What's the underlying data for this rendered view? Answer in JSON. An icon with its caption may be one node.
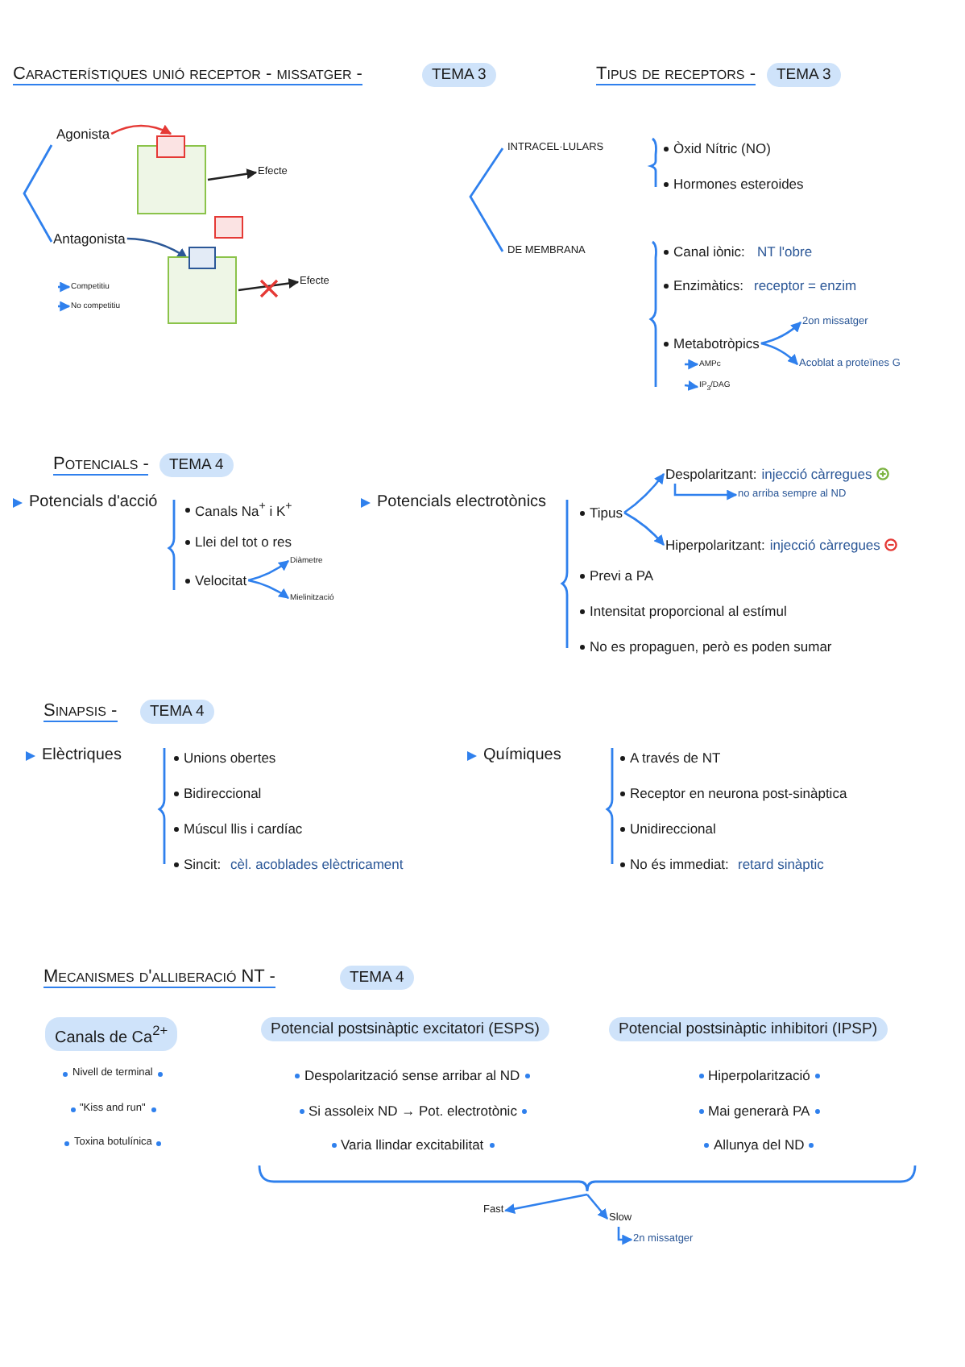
{
  "diagram": {
    "nodes": [
      {
        "text": [
          "TEMA 3"
        ]
      },
      {
        "text": [
          "Agonista"
        ]
      },
      {
        "text": [],
        "shape": "box"
      },
      {
        "text": [],
        "shape": "box"
      },
      {
        "text": [
          "Efecte"
        ]
      },
      {
        "text": [
          "Antagonista"
        ]
      },
      {
        "text": [],
        "shape": "box"
      },
      {
        "text": [],
        "shape": "box"
      },
      {
        "text": [],
        "shape": "box"
      },
      {
        "text": [
          "Efecte"
        ]
      },
      {
        "text": [
          "Competitiu"
        ]
      },
      {
        "text": [
          "No competitiu"
        ]
      },
      {
        "text": [
          "TEMA 3"
        ]
      },
      {
        "text": [
          "Metabotròpics"
        ]
      },
      {
        "text": [
          "AMPc"
        ]
      },
      {
        "text": [
          "IP$_{3}$/DAG"
        ]
      },
      {
        "text": [
          "2on missatger"
        ]
      },
      {
        "text": [
          "Acoblat a proteïnes G"
        ]
      },
      {
        "text": [
          "TEMA 4"
        ]
      },
      {
        "text": [
          "Velocitat"
        ]
      },
      {
        "text": [
          "Diàmetre"
        ]
      },
      {
        "text": [
          "Mielinització"
        ]
      },
      {
        "text": [
          "Tipus"
        ]
      },
      {
        "text": [
          "Despolaritzant:",
          "injecció càrregues"
        ]
      },
      {
        "text": [
          "no arriba sempre al ND"
        ]
      },
      {
        "text": [
          "Hiperpolaritzant:",
          "injecció càrregues"
        ]
      },
      {
        "text": [
          "TEMA 4"
        ]
      },
      {
        "text": [
          "TEMA 4"
        ]
      },
      {
        "text": [
          "Canals de Ca$^{2+}$"
        ]
      },
      {
        "text": [
          "Potencial postsinàptic excitatori (ESPS)"
        ]
      },
      {
        "text": [
          "Potencial postsinàptic inhibitori (IPSP)"
        ]
      },
      {
        "text": [
          "Fast"
        ]
      },
      {
        "text": [
          "Slow"
        ]
      },
      {
        "text": [
          "2n missatger"
        ]
      },
      {
        "text": [],
        "shape": "brace"
      }
    ],
    "edges": [
      {
        "from": 1,
        "to": 2,
        "arrow": "to",
        "color": "#e53935"
      },
      {
        "from": 3,
        "to": 4,
        "arrow": "to",
        "color": "#222222"
      },
      {
        "from": 5,
        "to": 7,
        "arrow": "to",
        "color": "#2b5797"
      },
      {
        "from": 8,
        "to": 9,
        "arrow": "to",
        "color": "#222222"
      },
      {
        "from": null,
        "to": 10,
        "arrow": "to"
      },
      {
        "from": null,
        "to": 11,
        "arrow": "to"
      },
      {
        "from": 13,
        "to": 16,
        "arrow": "to"
      },
      {
        "from": 13,
        "to": 17,
        "arrow": "to"
      },
      {
        "from": null,
        "to": 14,
        "arrow": "to"
      },
      {
        "from": null,
        "to": 15,
        "arrow": "to"
      },
      {
        "from": 19,
        "to": 20,
        "arrow": "to"
      },
      {
        "from": 19,
        "to": 21,
        "arrow": "to"
      },
      {
        "from": 22,
        "to": 23,
        "arrow": "to"
      },
      {
        "from": 22,
        "to": 25,
        "arrow": "to"
      },
      {
        "from": 23,
        "to": 24,
        "arrow": "to"
      },
      {
        "from": 34,
        "to": 31,
        "arrow": "to"
      },
      {
        "from": 34,
        "to": 32,
        "arrow": "to"
      },
      {
        "from": 32,
        "to": 33,
        "arrow": "to"
      }
    ],
    "labels": [
      "Característiques unió receptor - missatger -",
      "Tipus de receptors -",
      "INTRACEL·LULARS",
      "DE MEMBRANA",
      "Òxid Nítric (NO)",
      "Hormones esteroides",
      "Canal iònic:",
      "NT l'obre",
      "Enzimàtics:",
      "receptor = enzim",
      "Potencials -",
      "Potencials d'acció",
      "Canals Na$^{+}$ i K$^{+}$",
      "Llei del tot o res",
      "Potencials electrotònics",
      "Previ a PA",
      "Intensitat proporcional al estímul",
      "No es propaguen, però es poden sumar",
      "Sinapsis -",
      "Elèctriques",
      "Unions obertes",
      "Bidireccional",
      "Múscul llis i cardíac",
      "Sincit:",
      "cèl. acoblades elèctricament",
      "Químiques",
      "A través de NT",
      "Receptor en neurona post-sinàptica",
      "Unidireccional",
      "No és immediat:",
      "retard sinàptic",
      "Mecanismes d'alliberació NT -",
      "Nivell de terminal",
      "\"Kiss and run\"",
      "Toxina botulínica",
      "Despolarització sense arribar al ND",
      "Si assoleix ND → Pot. electrotònic",
      "Varia llindar excitabilitat",
      "Hiperpolarització",
      "Mai generarà PA",
      "Allunya del ND"
    ]
  }
}
